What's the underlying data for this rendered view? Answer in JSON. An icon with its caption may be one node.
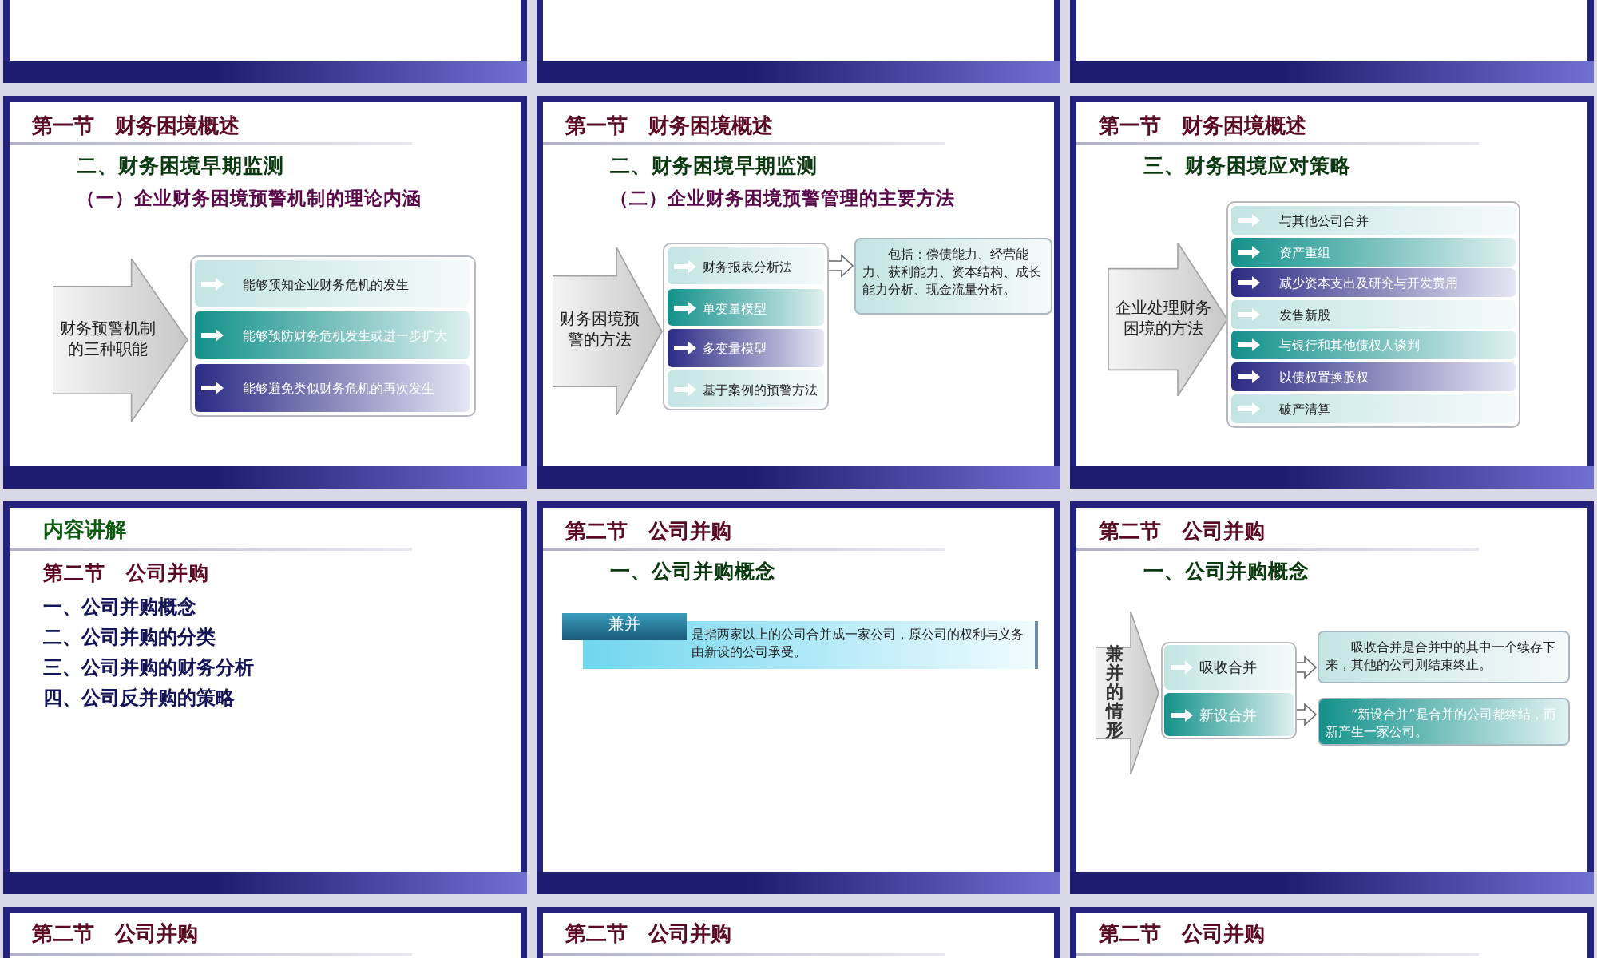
{
  "diagram": {
    "nodes": [
      {
        "text": [
          "财务预警机制的三种职能"
        ]
      },
      {
        "text": [],
        "shape": "box"
      },
      {
        "text": [
          "能够预知企业财务危机的发生"
        ],
        "in": 1
      },
      {
        "text": [
          "能够预防财务危机发生或进一步扩大"
        ],
        "in": 1
      },
      {
        "text": [
          "能够避免类似财务危机的再次发生"
        ],
        "in": 1
      },
      {
        "text": [
          "财务困境预警的方法"
        ]
      },
      {
        "text": [],
        "shape": "box"
      },
      {
        "text": [
          "财务报表分析法"
        ],
        "in": 6
      },
      {
        "text": [
          "单变量模型"
        ],
        "in": 6
      },
      {
        "text": [
          "多变量模型"
        ],
        "in": 6
      },
      {
        "text": [
          "基于案例的预警方法"
        ],
        "in": 6
      },
      {
        "text": [
          "包括：偿债能力、经营能力、获利能力、资本结构、成长能力分析、现金流量分析。"
        ]
      },
      {
        "text": [
          "企业处理财务困境的方法"
        ]
      },
      {
        "text": [],
        "shape": "box"
      },
      {
        "text": [
          "与其他公司合并"
        ],
        "in": 13
      },
      {
        "text": [
          "资产重组"
        ],
        "in": 13
      },
      {
        "text": [
          "减少资本支出及研究与开发费用"
        ],
        "in": 13
      },
      {
        "text": [
          "发售新股"
        ],
        "in": 13
      },
      {
        "text": [
          "与银行和其他债权人谈判"
        ],
        "in": 13
      },
      {
        "text": [
          "以债权置换股权"
        ],
        "in": 13
      },
      {
        "text": [
          "破产清算"
        ],
        "in": 13
      },
      {
        "text": [
          "兼并"
        ]
      },
      {
        "text": [
          "是指两家以上的公司合并成一家公司，原公司的权利与义务由新设的公司承受。"
        ]
      },
      {
        "text": [
          "兼并的情形"
        ]
      },
      {
        "text": [],
        "shape": "box"
      },
      {
        "text": [
          "吸收合并"
        ],
        "in": 24
      },
      {
        "text": [
          "新设合并"
        ],
        "in": 24
      },
      {
        "text": [
          "吸收合并是合并中的其中一个续存下来，其他的公司则结束终止。"
        ]
      },
      {
        "text": [
          "“新设合并”是合并的公司都终结，而新产生一家公司。"
        ]
      }
    ],
    "edges": [
      {
        "from": 7,
        "to": 11,
        "arrow": "to"
      },
      {
        "from": 25,
        "to": 27,
        "arrow": "to"
      },
      {
        "from": 26,
        "to": 28,
        "arrow": "to"
      }
    ],
    "labels": [
      "第一节　财务困境概述",
      "二、财务困境早期监测",
      "（一）企业财务困境预警机制的理论内涵",
      "第一节　财务困境概述",
      "二、财务困境早期监测",
      "（二）企业财务困境预警管理的主要方法",
      "第一节　财务困境概述",
      "三、财务困境应对策略",
      "内容讲解",
      "第二节　公司并购",
      "一、公司并购概念",
      "二、公司并购的分类",
      "三、公司并购的财务分析",
      "四、公司反并购的策略",
      "第二节　公司并购",
      "一、公司并购概念",
      "第二节　公司并购",
      "一、公司并购概念",
      "第二节　公司并购",
      "第二节　公司并购",
      "第二节　公司并购"
    ]
  }
}
